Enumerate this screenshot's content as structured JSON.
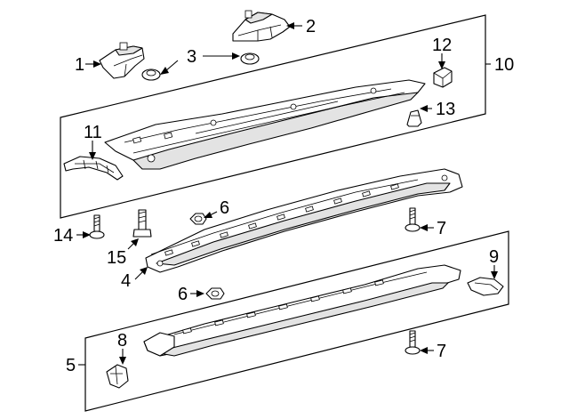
{
  "callouts": {
    "c1": "1",
    "c2": "2",
    "c3": "3",
    "c4": "4",
    "c5": "5",
    "c6a": "6",
    "c6b": "6",
    "c7a": "7",
    "c7b": "7",
    "c8": "8",
    "c9": "9",
    "c10": "10",
    "c11": "11",
    "c12": "12",
    "c13": "13",
    "c14": "14",
    "c15": "15"
  }
}
